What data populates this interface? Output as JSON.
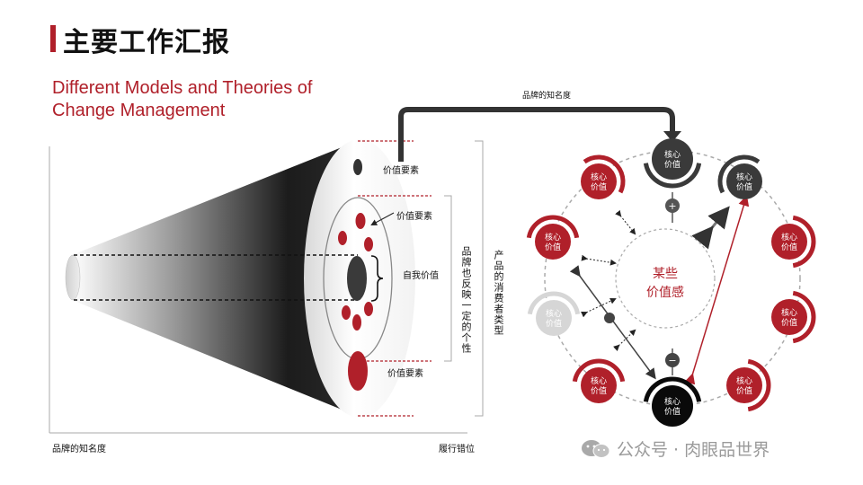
{
  "header": {
    "title": "主要工作汇报",
    "subtitle": "Different Models and Theories of Change Management"
  },
  "cone_diagram": {
    "labels": {
      "value_element_top": "价值要素",
      "value_element_mid": "价值要素",
      "self_value": "自我价值",
      "value_element_bottom": "价值要素",
      "brand_personality": "品牌也反映一定的个性",
      "consumer_type": "产品的消费者类型",
      "x_axis_left": "品牌的知名度",
      "x_axis_right": "履行错位"
    }
  },
  "cycle_diagram": {
    "top_label": "品牌的知名度",
    "center_text_line1": "某些",
    "center_text_line2": "价值感",
    "node_line1": "核心",
    "node_line2": "价值",
    "plus_sign": "+",
    "minus_sign": "−",
    "colors": {
      "red": "#b0202a",
      "dark": "#3a3a3a",
      "black": "#0a0a0a",
      "light": "#d6d6d6"
    }
  },
  "watermark": {
    "text": "公众号 · 肉眼品世界",
    "icon": "wechat-icon"
  }
}
